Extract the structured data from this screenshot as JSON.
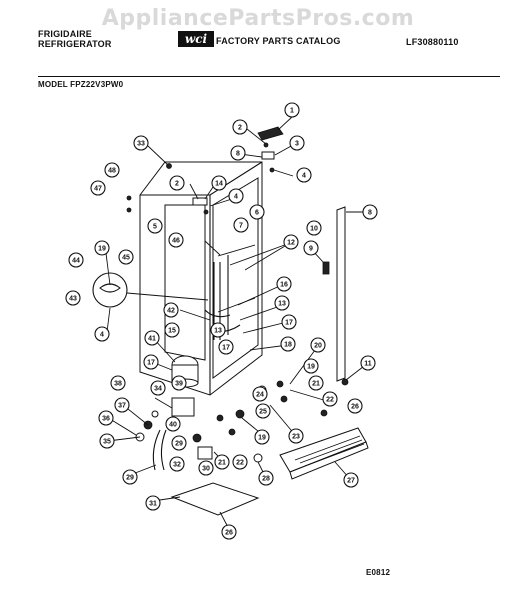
{
  "watermark": "AppliancePartsPros.com",
  "header": {
    "brand": "FRIGIDAIRE",
    "product": "REFRIGERATOR",
    "catalog": "FACTORY PARTS CATALOG",
    "catalog_number": "LF30880110",
    "logo_text": "WCI"
  },
  "model_line": "MODEL FPZ22V3PW0",
  "footer_code": "E0812",
  "callouts": [
    "1",
    "2",
    "3",
    "4",
    "5",
    "6",
    "7",
    "8",
    "9",
    "10",
    "11",
    "12",
    "13",
    "14",
    "15",
    "16",
    "17",
    "18",
    "19",
    "20",
    "21",
    "22",
    "23",
    "24",
    "25",
    "26",
    "27",
    "28",
    "29",
    "30",
    "31",
    "32",
    "33",
    "34",
    "35",
    "36",
    "37",
    "38",
    "39",
    "40",
    "41",
    "42",
    "43",
    "44",
    "45",
    "46",
    "47",
    "48"
  ]
}
